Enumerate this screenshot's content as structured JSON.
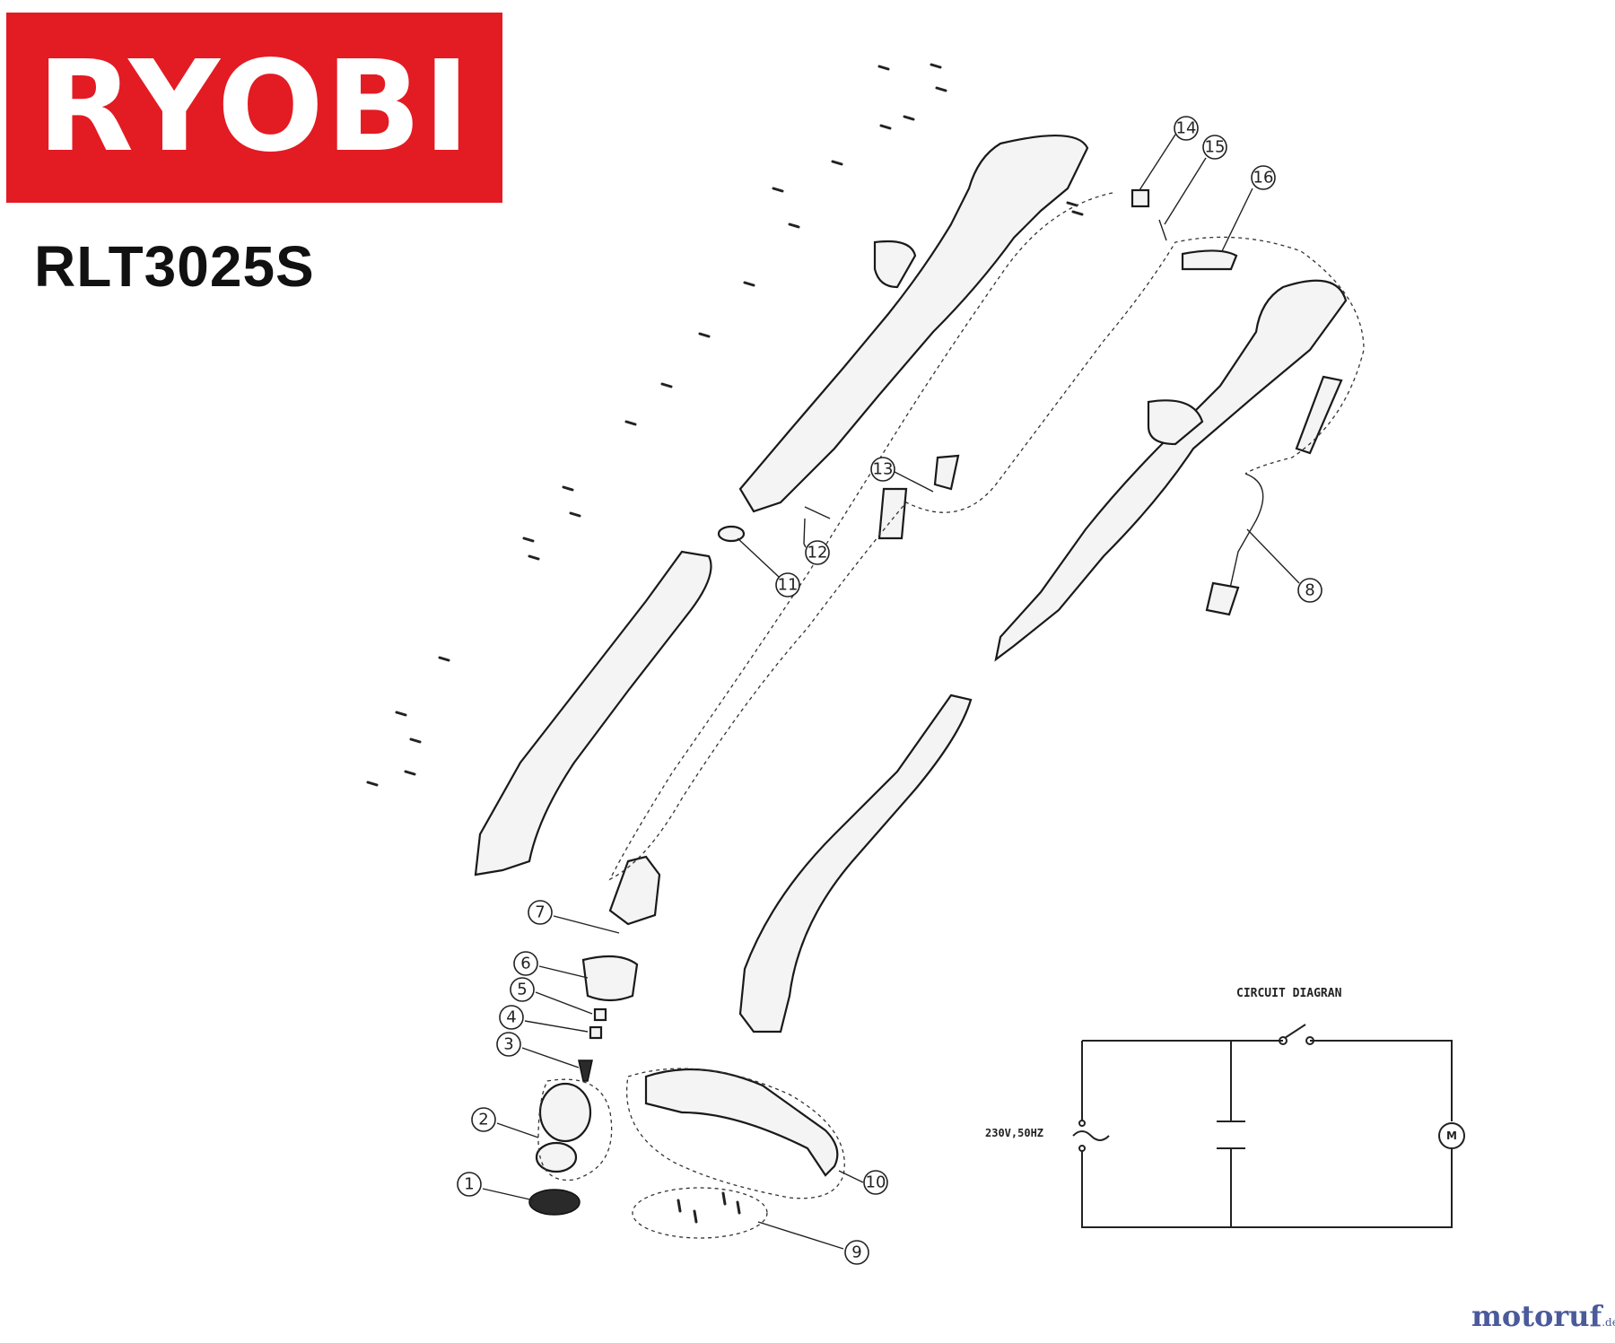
{
  "brand": {
    "logo_text": "RYOBI",
    "logo_color": "#e31b23"
  },
  "model": "RLT3025S",
  "callouts": [
    "1",
    "2",
    "3",
    "4",
    "5",
    "6",
    "7",
    "8",
    "9",
    "10",
    "11",
    "12",
    "13",
    "14",
    "15",
    "16"
  ],
  "circuit": {
    "title": "CIRCUIT DIAGRAN",
    "voltage_label": "230V,50HZ",
    "motor_label": "M"
  },
  "watermark": {
    "name": "motoruf",
    "suffix": ".de",
    "color": "#4a5a9a"
  }
}
